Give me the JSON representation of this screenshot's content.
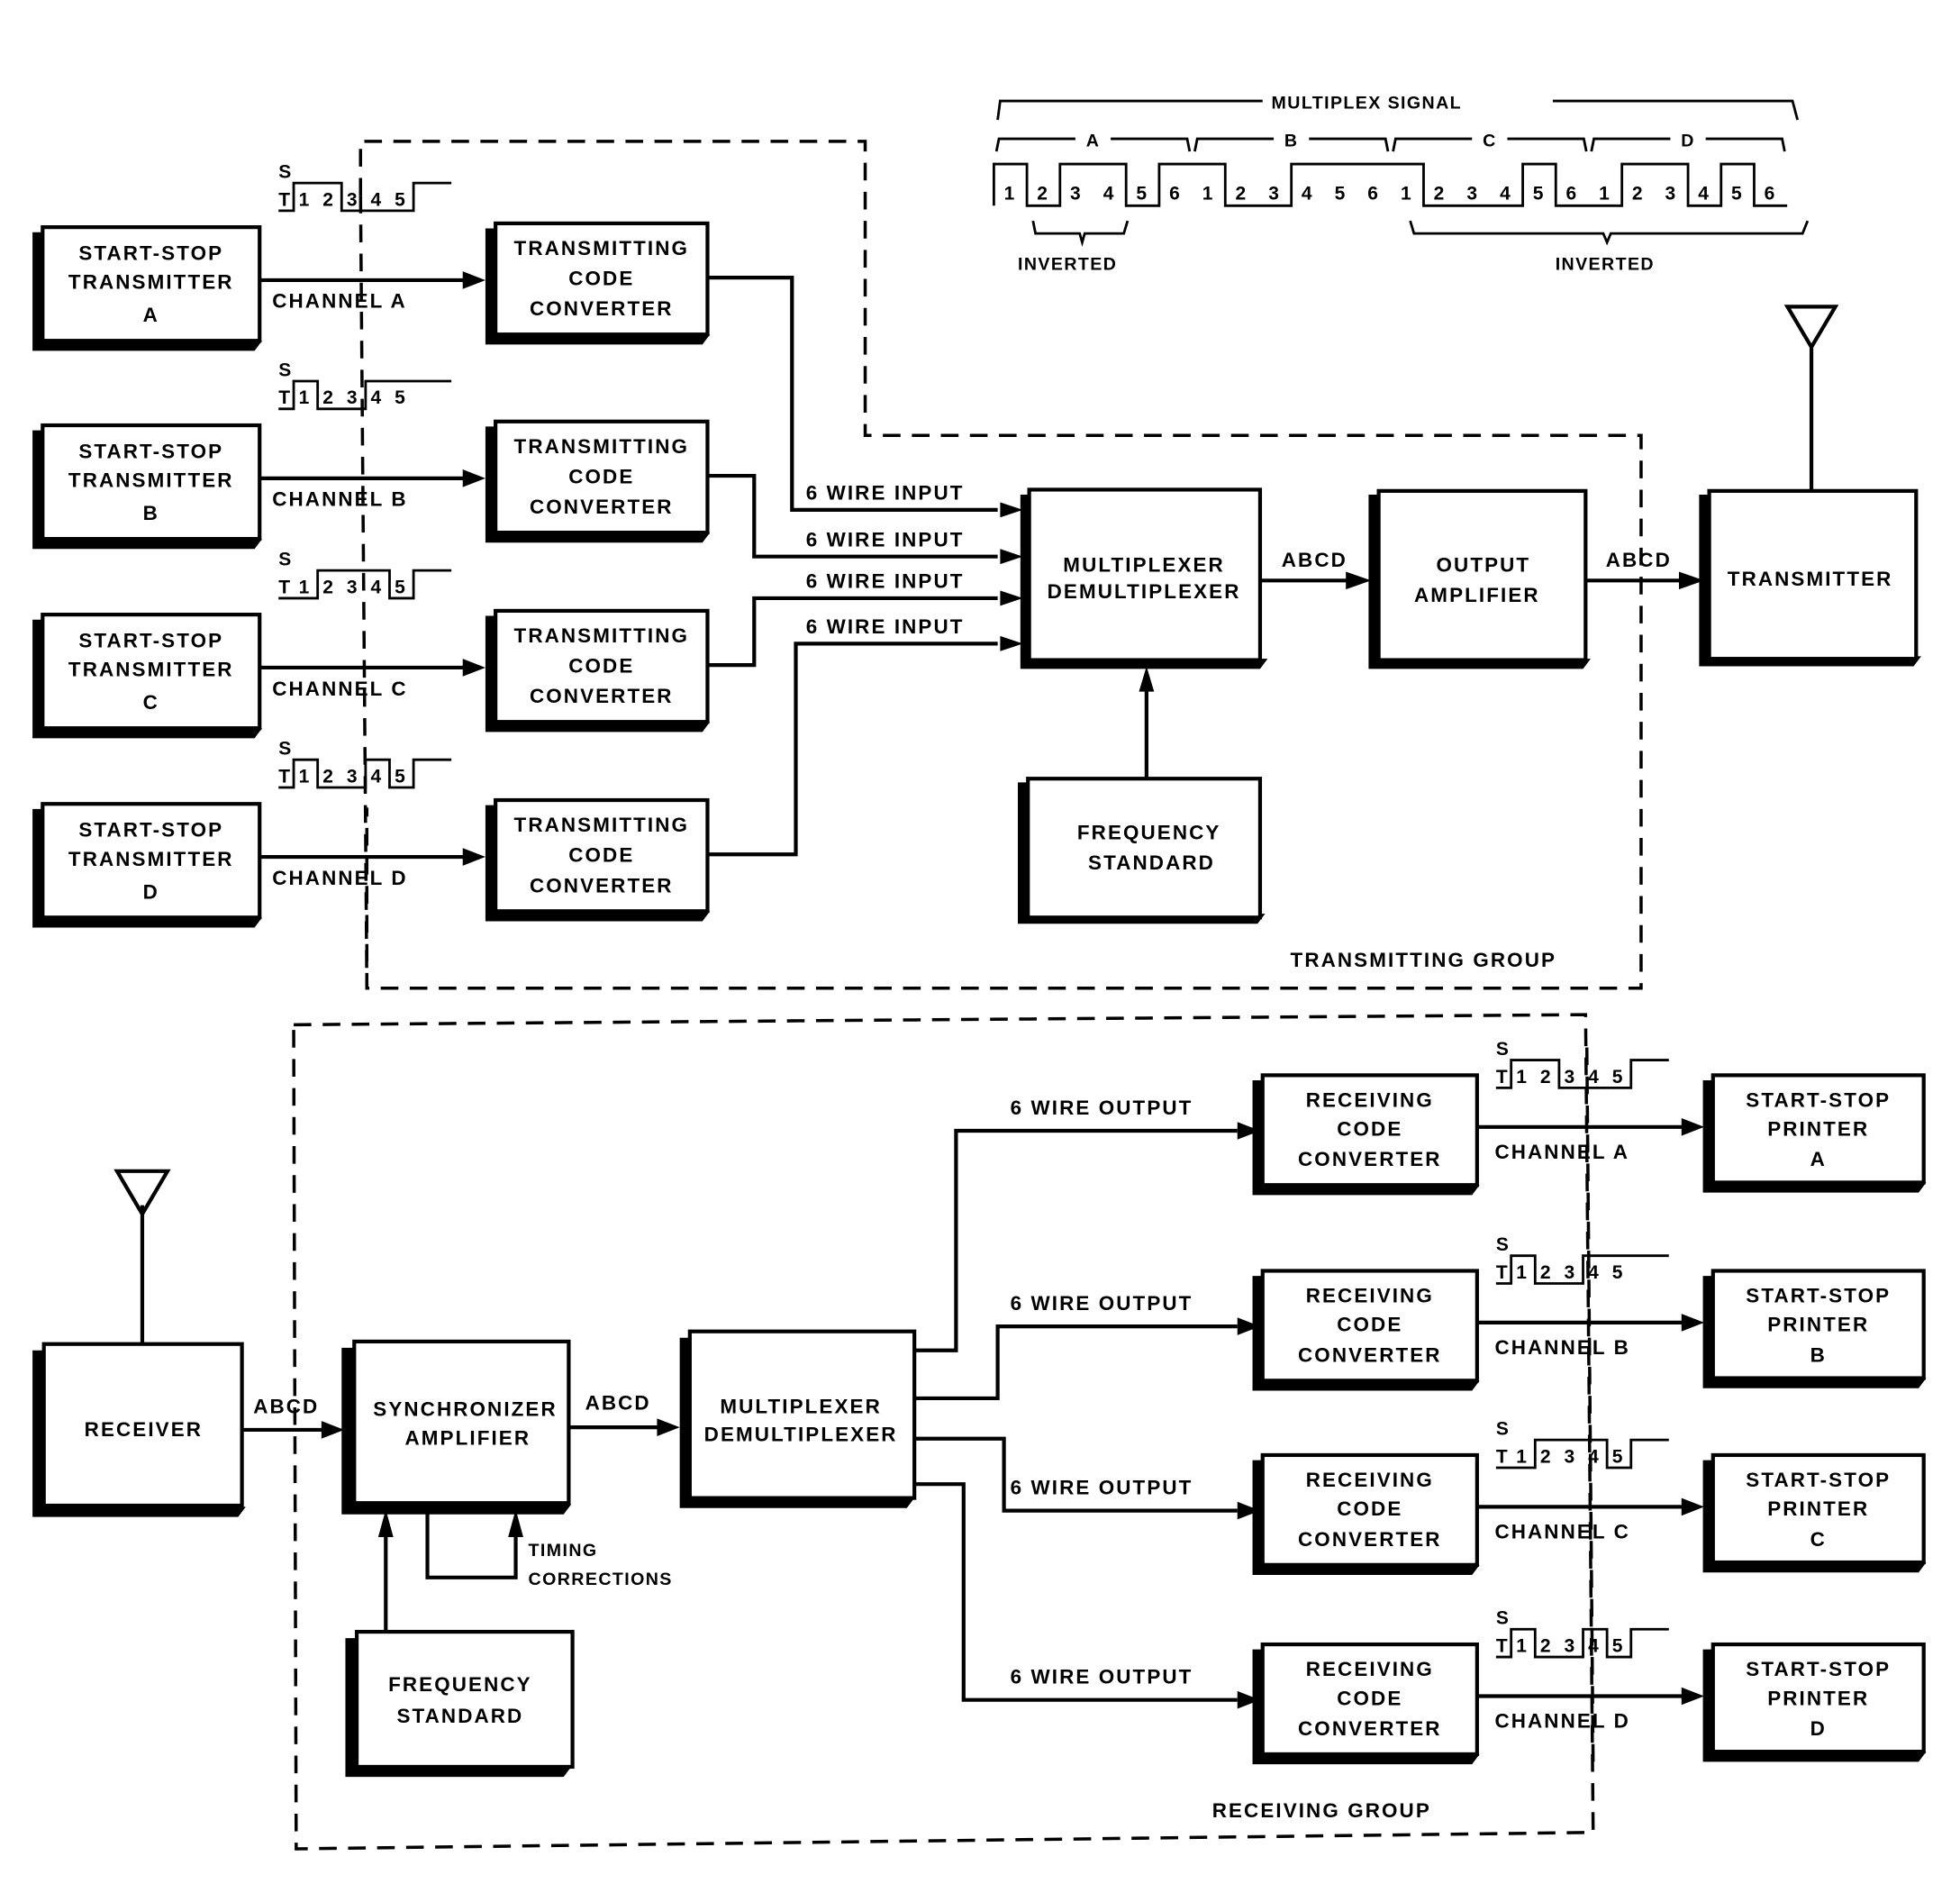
{
  "multiplex_signal": {
    "title": "MULTIPLEX SIGNAL",
    "channels": [
      "A",
      "B",
      "C",
      "D"
    ],
    "pulses": [
      "1",
      "2",
      "3",
      "4",
      "5",
      "6",
      "1",
      "2",
      "3",
      "4",
      "5",
      "6",
      "1",
      "2",
      "3",
      "4",
      "5",
      "6",
      "1",
      "2",
      "3",
      "4",
      "5",
      "6"
    ],
    "inverted_label_1": "INVERTED",
    "inverted_label_2": "INVERTED"
  },
  "transmitting_group": {
    "label": "TRANSMITTING GROUP",
    "transmitters": [
      {
        "line1": "START-STOP",
        "line2": "TRANSMITTER",
        "line3": "A",
        "channel": "CHANNEL A",
        "wave": [
          "1",
          "2",
          "3",
          "4",
          "5"
        ]
      },
      {
        "line1": "START-STOP",
        "line2": "TRANSMITTER",
        "line3": "B",
        "channel": "CHANNEL B",
        "wave": [
          "1",
          "2",
          "3",
          "4",
          "5"
        ]
      },
      {
        "line1": "START-STOP",
        "line2": "TRANSMITTER",
        "line3": "C",
        "channel": "CHANNEL C",
        "wave": [
          "1",
          "2",
          "3",
          "4",
          "5"
        ]
      },
      {
        "line1": "START-STOP",
        "line2": "TRANSMITTER",
        "line3": "D",
        "channel": "CHANNEL D",
        "wave": [
          "1",
          "2",
          "3",
          "4",
          "5"
        ]
      }
    ],
    "wave_st": [
      "S",
      "T"
    ],
    "converter": {
      "line1": "TRANSMITTING",
      "line2": "CODE",
      "line3": "CONVERTER"
    },
    "input_label": "6 WIRE INPUT",
    "mux": {
      "line1": "MULTIPLEXER",
      "line2": "DEMULTIPLEXER"
    },
    "abcd": "ABCD",
    "output_amp": {
      "line1": "OUTPUT",
      "line2": "AMPLIFIER"
    },
    "transmitter": "TRANSMITTER",
    "freq_std": {
      "line1": "FREQUENCY",
      "line2": "STANDARD"
    }
  },
  "receiving_group": {
    "label": "RECEIVING GROUP",
    "receiver": "RECEIVER",
    "abcd": "ABCD",
    "sync_amp": {
      "line1": "SYNCHRONIZER",
      "line2": "AMPLIFIER"
    },
    "timing": {
      "line1": "TIMING",
      "line2": "CORRECTIONS"
    },
    "freq_std": {
      "line1": "FREQUENCY",
      "line2": "STANDARD"
    },
    "mux": {
      "line1": "MULTIPLEXER",
      "line2": "DEMULTIPLEXER"
    },
    "output_label": "6 WIRE OUTPUT",
    "converter": {
      "line1": "RECEIVING",
      "line2": "CODE",
      "line3": "CONVERTER"
    },
    "printers": [
      {
        "line1": "START-STOP",
        "line2": "PRINTER",
        "line3": "A",
        "channel": "CHANNEL A"
      },
      {
        "line1": "START-STOP",
        "line2": "PRINTER",
        "line3": "B",
        "channel": "CHANNEL B"
      },
      {
        "line1": "START-STOP",
        "line2": "PRINTER",
        "line3": "C",
        "channel": "CHANNEL C"
      },
      {
        "line1": "START-STOP",
        "line2": "PRINTER",
        "line3": "D",
        "channel": "CHANNEL D"
      }
    ]
  }
}
